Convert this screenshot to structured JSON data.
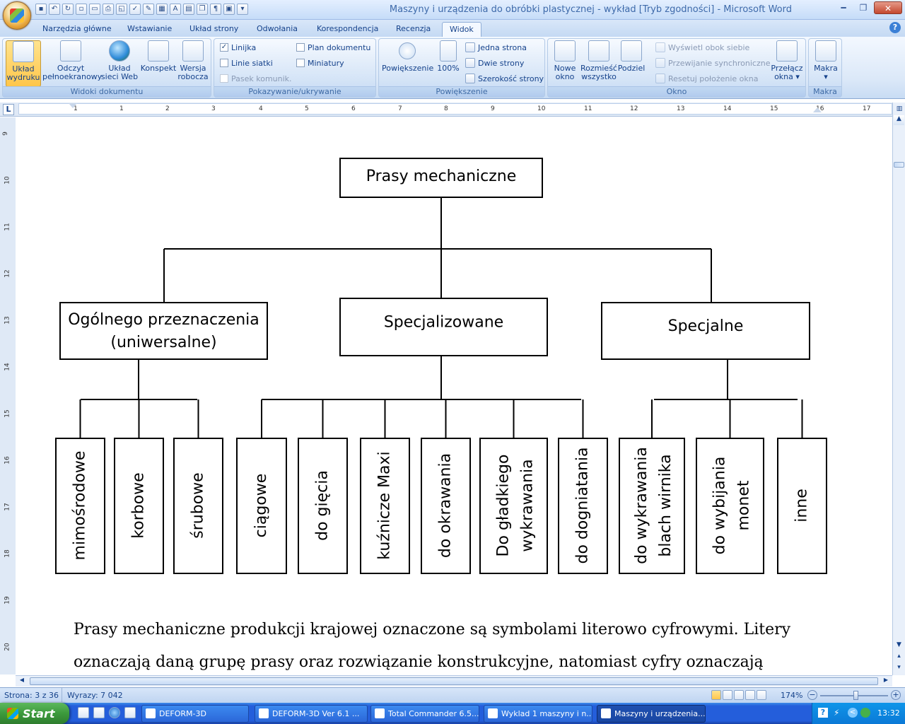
{
  "window": {
    "title": "Maszyny i urządzenia do obróbki plastycznej - wykład [Tryb zgodności] - Microsoft Word"
  },
  "tabs": [
    "Narzędzia główne",
    "Wstawianie",
    "Układ strony",
    "Odwołania",
    "Korespondencja",
    "Recenzja",
    "Widok"
  ],
  "ribbon": {
    "widoki": {
      "title": "Widoki dokumentu",
      "buttons": [
        {
          "line1": "Układ",
          "line2": "wydruku"
        },
        {
          "line1": "Odczyt",
          "line2": "pełnoekranowy"
        },
        {
          "line1": "Układ",
          "line2": "sieci Web"
        },
        {
          "line1": "Konspekt",
          "line2": ""
        },
        {
          "line1": "Wersja",
          "line2": "robocza"
        }
      ]
    },
    "pokazywanie": {
      "title": "Pokazywanie/ukrywanie",
      "items": [
        {
          "label": "Linijka",
          "checked": true
        },
        {
          "label": "Linie siatki",
          "checked": false
        },
        {
          "label": "Pasek komunik.",
          "checked": false
        },
        {
          "label": "Plan dokumentu",
          "checked": false
        },
        {
          "label": "Miniatury",
          "checked": false
        }
      ]
    },
    "powiekszenie": {
      "title": "Powiększenie",
      "zoom_label": "Powiększenie",
      "percent_label": "100%",
      "one_page": "Jedna strona",
      "two_pages": "Dwie strony",
      "page_width": "Szerokość strony"
    },
    "okno": {
      "title": "Okno",
      "new_window": {
        "line1": "Nowe",
        "line2": "okno"
      },
      "arrange": {
        "line1": "Rozmieść",
        "line2": "wszystko"
      },
      "split": {
        "line1": "Podziel",
        "line2": ""
      },
      "side_by_side": "Wyświetl obok siebie",
      "sync_scroll": "Przewijanie synchroniczne",
      "reset_pos": "Resetuj położenie okna",
      "switch": {
        "line1": "Przełącz",
        "line2": "okna"
      }
    },
    "makra": {
      "title": "Makra",
      "button": "Makra"
    }
  },
  "ruler": {
    "h_marks": [
      "1",
      "1",
      "2",
      "3",
      "4",
      "5",
      "6",
      "7",
      "8",
      "9",
      "10",
      "11",
      "12",
      "13",
      "14",
      "15",
      "16",
      "17"
    ],
    "v_marks": [
      "9",
      "10",
      "11",
      "12",
      "13",
      "14",
      "15",
      "16",
      "17",
      "18",
      "19",
      "20"
    ]
  },
  "diagram": {
    "root": "Prasy mechaniczne",
    "groups": [
      {
        "label_lines": [
          "Ogólnego przeznaczenia",
          "(uniwersalne)"
        ],
        "leaves": [
          [
            "mimośrodowe"
          ],
          [
            "korbowe"
          ],
          [
            "śrubowe"
          ]
        ]
      },
      {
        "label_lines": [
          "Specjalizowane"
        ],
        "leaves": [
          [
            "ciągowe"
          ],
          [
            "do gięcia"
          ],
          [
            "kuźnicze Maxi"
          ],
          [
            "do okrawania"
          ],
          [
            "Do gładkiego",
            "wykrawania"
          ],
          [
            "do dogniatania"
          ]
        ]
      },
      {
        "label_lines": [
          "Specjalne"
        ],
        "leaves": [
          [
            "do wykrawania",
            "blach wirnika"
          ],
          [
            "do wybijania",
            "monet"
          ],
          [
            "inne"
          ]
        ]
      }
    ]
  },
  "document": {
    "para_line1": "Prasy mechaniczne produkcji krajowej oznaczone są symbolami literowo cyfrowymi. Litery",
    "para_line2": "oznaczają daną grupę prasy oraz rozwiązanie konstrukcyjne, natomiast cyfry oznaczają"
  },
  "status": {
    "page": "Strona: 3 z 36",
    "words": "Wyrazy: 7 042",
    "zoom": "174%"
  },
  "taskbar": {
    "start": "Start",
    "items": [
      "DEFORM-3D",
      "DEFORM-3D  Ver 6.1 ...",
      "Total Commander 6.5...",
      "Wyklad 1 maszyny i n...",
      "Maszyny i urządzenia..."
    ],
    "time": "13:32"
  }
}
